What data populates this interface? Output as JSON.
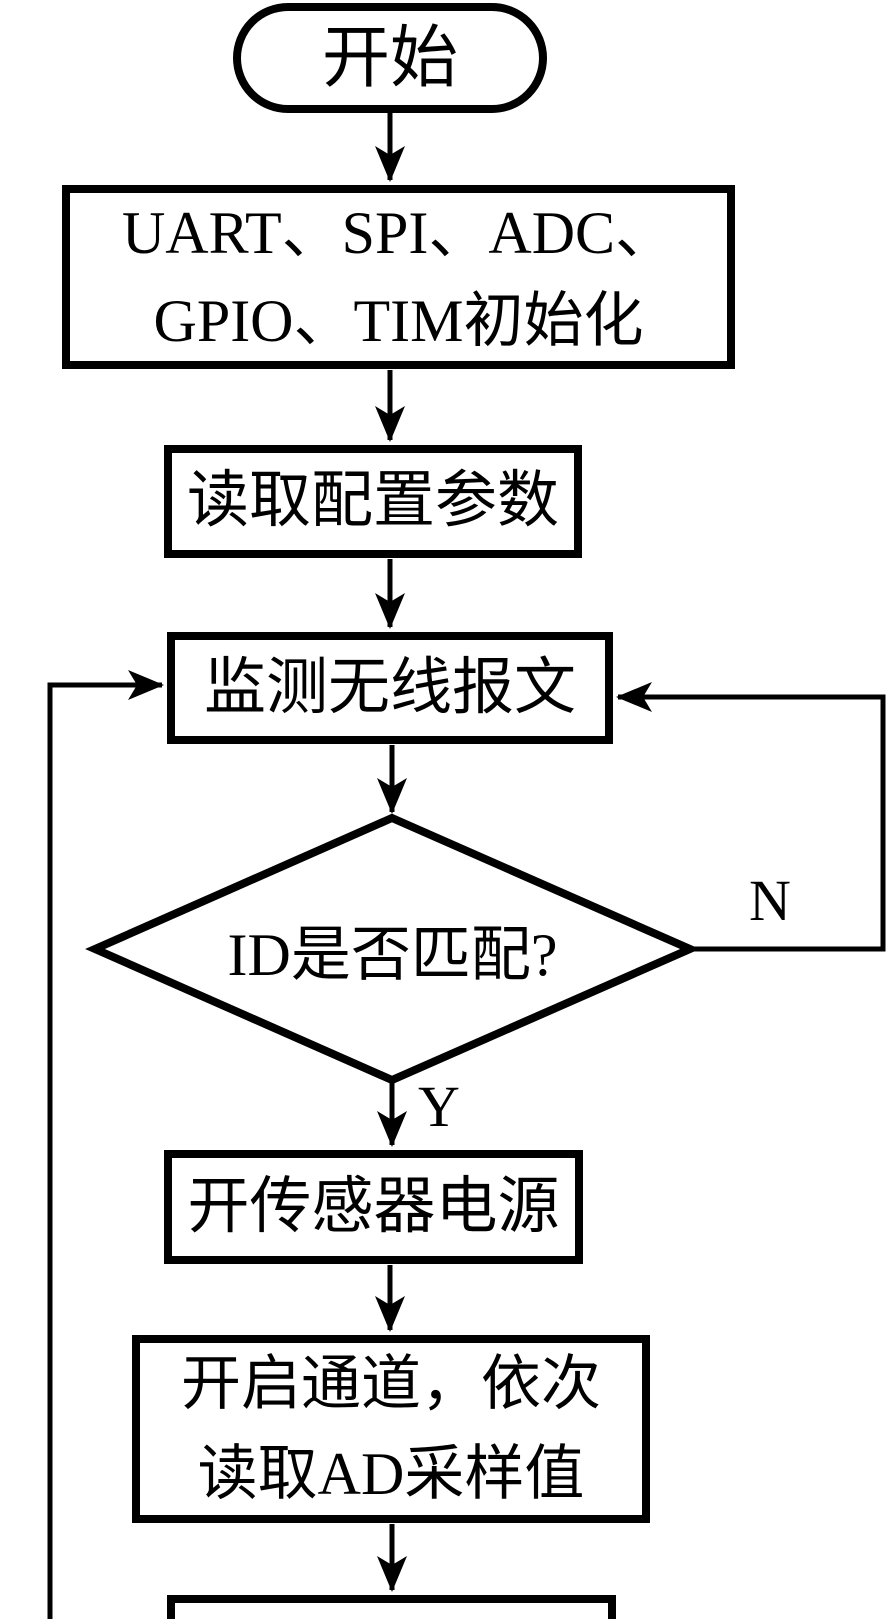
{
  "diagram": {
    "nodes": {
      "start": {
        "type": "terminator",
        "label": "开始"
      },
      "init": {
        "type": "process",
        "line1": "UART、SPI、ADC、",
        "line2": "GPIO、TIM初始化"
      },
      "read_config": {
        "type": "process",
        "label": "读取配置参数"
      },
      "monitor": {
        "type": "process",
        "label": "监测无线报文"
      },
      "id_match": {
        "type": "decision",
        "label": "ID是否匹配?"
      },
      "sensor_power": {
        "type": "process",
        "label": "开传感器电源"
      },
      "read_ad": {
        "type": "process",
        "line1": "开启通道，依次",
        "line2": "读取AD采样值"
      },
      "bottom_partial": {
        "type": "process",
        "label": ""
      }
    },
    "edges": {
      "no_label": "N",
      "yes_label": "Y"
    },
    "colors": {
      "ink": "#000000",
      "background": "#ffffff"
    }
  }
}
